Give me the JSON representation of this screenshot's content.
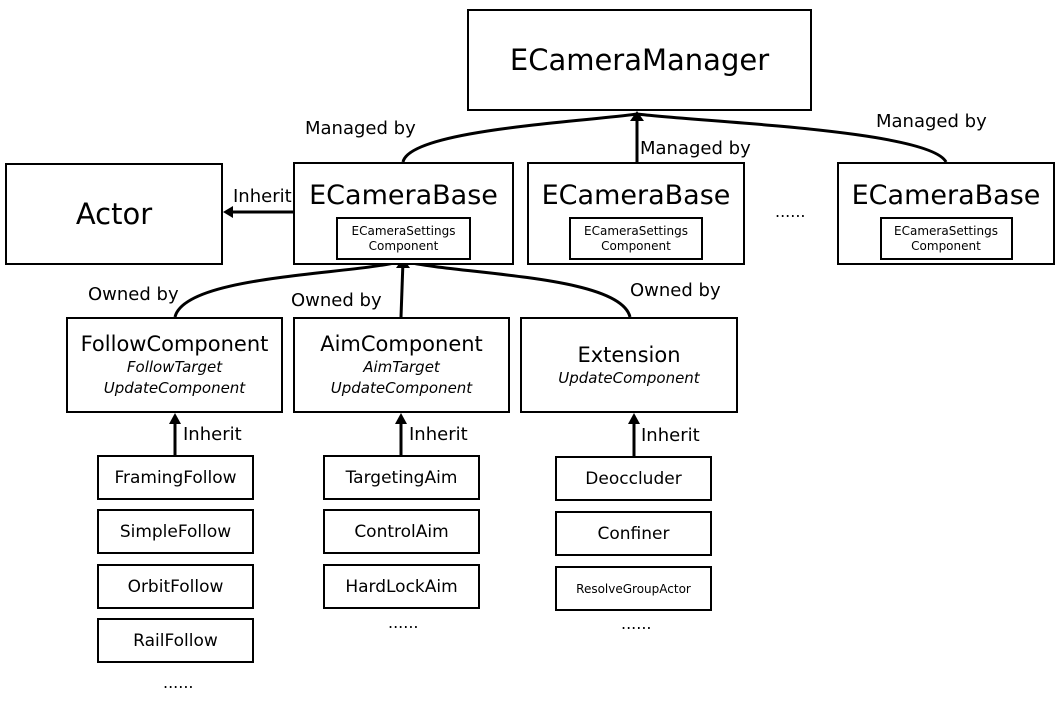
{
  "manager": {
    "title": "ECameraManager"
  },
  "actor": {
    "title": "Actor"
  },
  "camera_bases": [
    {
      "title": "ECameraBase",
      "settings_line1": "ECameraSettings",
      "settings_line2": "Component"
    },
    {
      "title": "ECameraBase",
      "settings_line1": "ECameraSettings",
      "settings_line2": "Component"
    },
    {
      "title": "ECameraBase",
      "settings_line1": "ECameraSettings",
      "settings_line2": "Component"
    }
  ],
  "components": [
    {
      "title": "FollowComponent",
      "lines": [
        "FollowTarget",
        "UpdateComponent"
      ]
    },
    {
      "title": "AimComponent",
      "lines": [
        "AimTarget",
        "UpdateComponent"
      ]
    },
    {
      "title": "Extension",
      "lines": [
        "UpdateComponent"
      ]
    }
  ],
  "subclasses": {
    "follow": [
      "FramingFollow",
      "SimpleFollow",
      "OrbitFollow",
      "RailFollow"
    ],
    "aim": [
      "TargetingAim",
      "ControlAim",
      "HardLockAim"
    ],
    "extension": [
      "Deoccluder",
      "Confiner",
      "ResolveGroupActor"
    ]
  },
  "labels": {
    "managed_by": "Managed by",
    "inherit": "Inherit",
    "owned_by": "Owned by",
    "ellipsis": "......",
    "ellipsis_short": "....."
  }
}
